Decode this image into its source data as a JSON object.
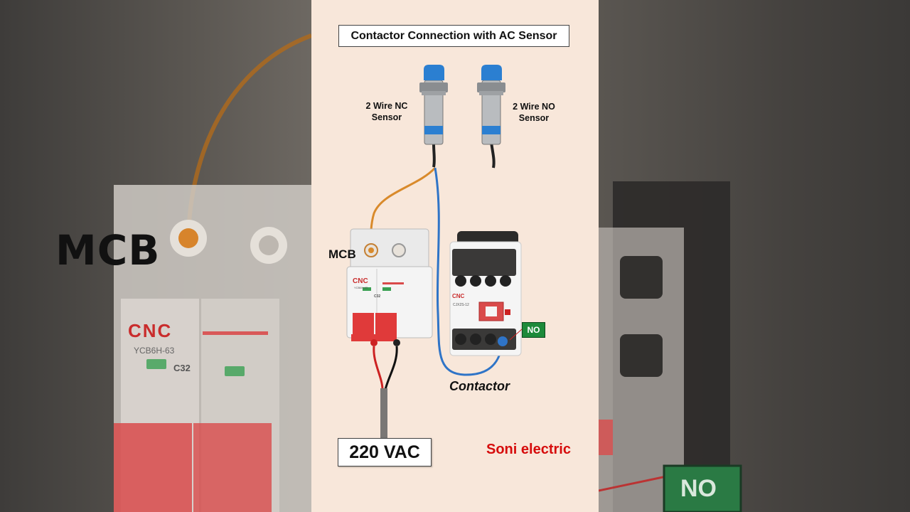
{
  "title": "Contactor Connection with AC Sensor",
  "sensors": [
    {
      "label_line1": "2 Wire NC",
      "label_line2": "Sensor"
    },
    {
      "label_line1": "2 Wire NO",
      "label_line2": "Sensor"
    }
  ],
  "mcb_label": "MCB",
  "mcb_brand": "CNC",
  "mcb_model": "YCB6H-63",
  "mcb_rating": "C32",
  "contactor_label": "Contactor",
  "contactor_brand": "CNC",
  "contactor_model": "CJX2S-12",
  "no_badge": "NO",
  "supply_label": "220 VAC",
  "brand_watermark": "Soni electric",
  "background_zoom": {
    "mcb_text": "MCB",
    "mcb_brand": "CNC",
    "mcb_model": "YCB6H-63",
    "mcb_rating": "C32",
    "no_badge": "NO"
  },
  "colors": {
    "panel_bg": "#f8e7da",
    "phase_wire": "#d98a2b",
    "neutral_wire": "#2f74c7",
    "sensor_cap": "#2b7fd1",
    "mcb_red": "#e03a3a",
    "brand_red": "#d60c0c",
    "no_green": "#1d8a3a"
  }
}
